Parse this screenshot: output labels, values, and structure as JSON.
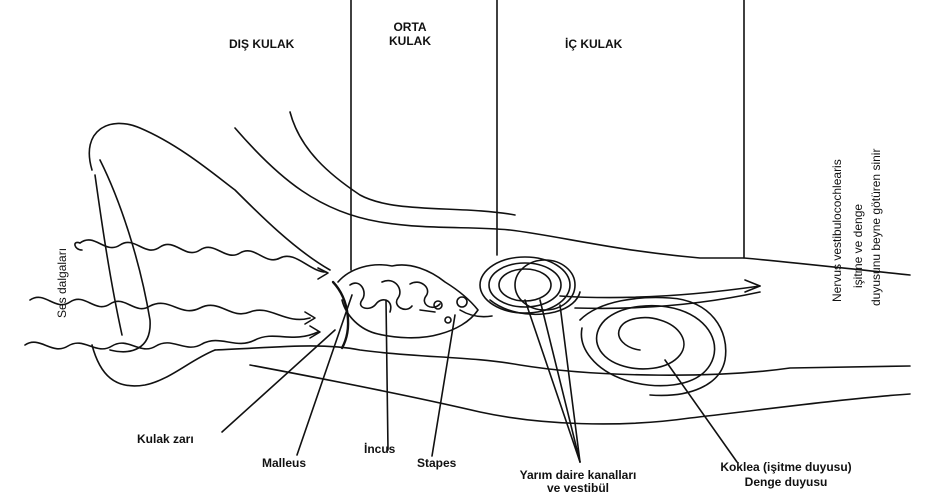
{
  "sections": {
    "dis_kulak": "DIŞ KULAK",
    "orta_kulak_1": "ORTA",
    "orta_kulak_2": "KULAK",
    "ic_kulak": "İÇ KULAK"
  },
  "labels": {
    "ses_dalgalari": "Ses dalgaları",
    "kulak_zari": "Kulak zarı",
    "malleus": "Malleus",
    "incus": "İncus",
    "stapes": "Stapes",
    "yarim_daire_1": "Yarım daire kanalları",
    "yarim_daire_2": "ve vestibül",
    "koklea_1": "Koklea (işitme duyusu)",
    "koklea_2": "Denge duyusu",
    "nervus_1": "Nervus vestibulocochlearis",
    "nervus_2": "işitme ve denge",
    "nervus_3": "duyusunu beyne götüren sinir"
  },
  "colors": {
    "ink": "#111111",
    "background": "#ffffff"
  }
}
